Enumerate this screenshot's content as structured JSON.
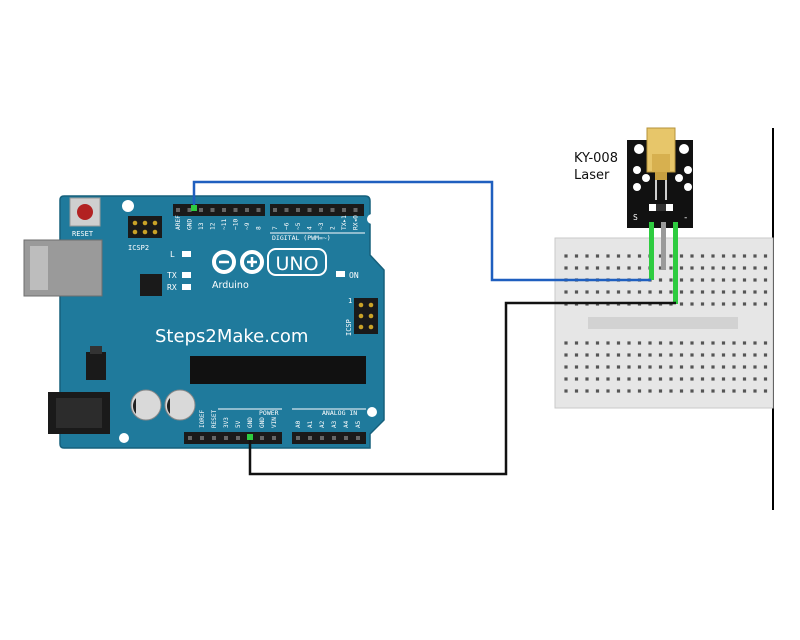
{
  "arduino": {
    "reset_label": "RESET",
    "icsp2_label": "ICSP2",
    "icsp_label": "ICSP",
    "icsp_pin1": "1",
    "led_l": "L",
    "led_tx": "TX",
    "led_rx": "RX",
    "led_on": "ON",
    "logo_uno": "UNO",
    "logo_brand": "Arduino",
    "brand_text": "Steps2Make.com",
    "digital_label": "DIGITAL (PWM=~)",
    "power_label": "POWER",
    "analog_label": "ANALOG IN",
    "top_pin_labels": [
      "AREF",
      "GND",
      "13",
      "12",
      "~11",
      "~10",
      "~9",
      "8",
      "7",
      "~6",
      "~5",
      "4",
      "~3",
      "2",
      "TX▸1",
      "RX◂0"
    ],
    "power_pin_labels": [
      "IOREF",
      "RESET",
      "3V3",
      "5V",
      "GND",
      "GND",
      "VIN"
    ],
    "analog_pin_labels": [
      "A0",
      "A1",
      "A2",
      "A3",
      "A4",
      "A5"
    ]
  },
  "module": {
    "label_line1": "KY-008",
    "label_line2": "Laser",
    "pin_s": "S",
    "pin_minus": "-"
  },
  "colors": {
    "board": "#1f7a9c",
    "board_edge": "#16607c",
    "wire_signal": "#1f5fbf",
    "wire_ground": "#111111",
    "pin_highlight": "#2ecc40",
    "breadboard": "#e6e6e6",
    "module_pcb": "#111111",
    "laser_body": "#e7c66a"
  }
}
